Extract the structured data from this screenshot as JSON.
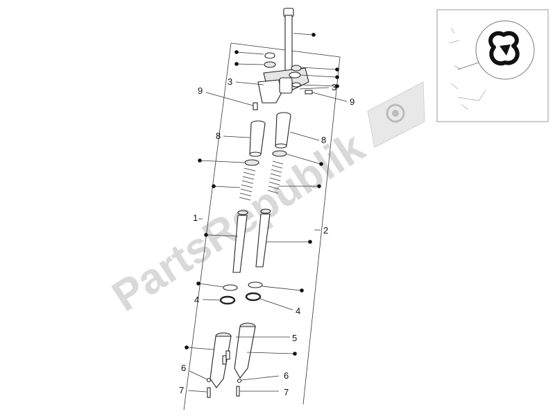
{
  "watermark": {
    "text": "PartsRepublik"
  },
  "labels": {
    "l1": "1",
    "l2": "2",
    "l3a": "3",
    "l3b": "3",
    "l4a": "4",
    "l4b": "4",
    "l5": "5",
    "l6a": "6",
    "l6b": "6",
    "l7a": "7",
    "l7b": "7",
    "l8a": "8",
    "l8b": "8",
    "l9a": "9",
    "l9b": "9"
  },
  "colors": {
    "watermark": "#d9d9d9",
    "ink": "#222222"
  },
  "icons": {
    "logo": "trefoil-logo-icon",
    "gear": "gear-icon"
  }
}
